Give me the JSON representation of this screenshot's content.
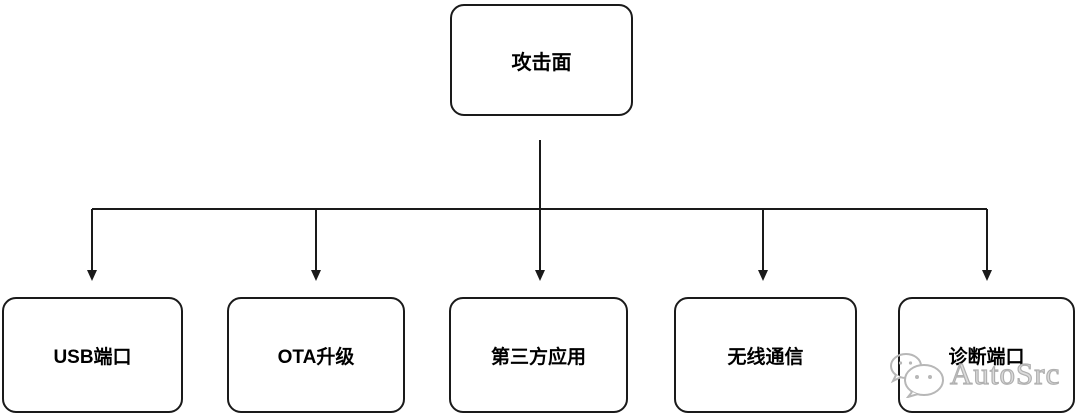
{
  "diagram": {
    "root": {
      "label": "攻击面"
    },
    "children": [
      {
        "label": "USB端口"
      },
      {
        "label": "OTA升级"
      },
      {
        "label": "第三方应用"
      },
      {
        "label": "无线通信"
      },
      {
        "label": "诊断端口"
      }
    ]
  },
  "watermark": {
    "text": "AutoSrc",
    "icon": "wechat-icon",
    "color": "#b7b7b7"
  },
  "colors": {
    "background": "#ffffff",
    "line": "#1a1a1a",
    "box_border": "#1a1a1a",
    "box_fill": "#ffffff",
    "node_text": "#000000"
  }
}
